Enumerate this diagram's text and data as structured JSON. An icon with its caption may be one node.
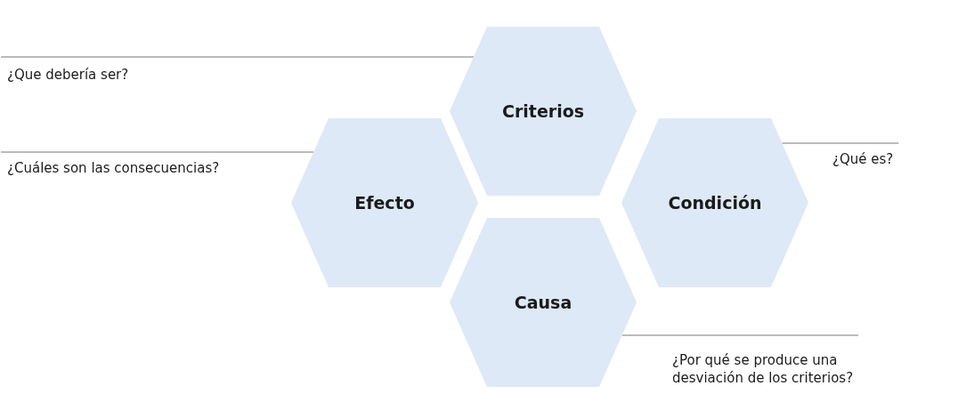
{
  "diagram": {
    "nodes": [
      {
        "text": [
          "Criterios"
        ]
      },
      {
        "text": [
          "Efecto"
        ]
      },
      {
        "text": [
          "Condición"
        ]
      },
      {
        "text": [
          "Causa"
        ]
      },
      {
        "text": [
          "¿Que debería ser?"
        ]
      },
      {
        "text": [
          "¿Cuáles son las consecuencias?"
        ]
      },
      {
        "text": [
          "¿Qué es?"
        ]
      },
      {
        "text": [
          "¿Por qué se produce una desviación de los criterios?"
        ]
      }
    ],
    "edges": [
      {
        "from": 4,
        "to": 0,
        "arrow": "none"
      },
      {
        "from": 5,
        "to": 1,
        "arrow": "none"
      },
      {
        "from": 6,
        "to": 2,
        "arrow": "none"
      },
      {
        "from": 7,
        "to": 3,
        "arrow": "none"
      }
    ]
  }
}
